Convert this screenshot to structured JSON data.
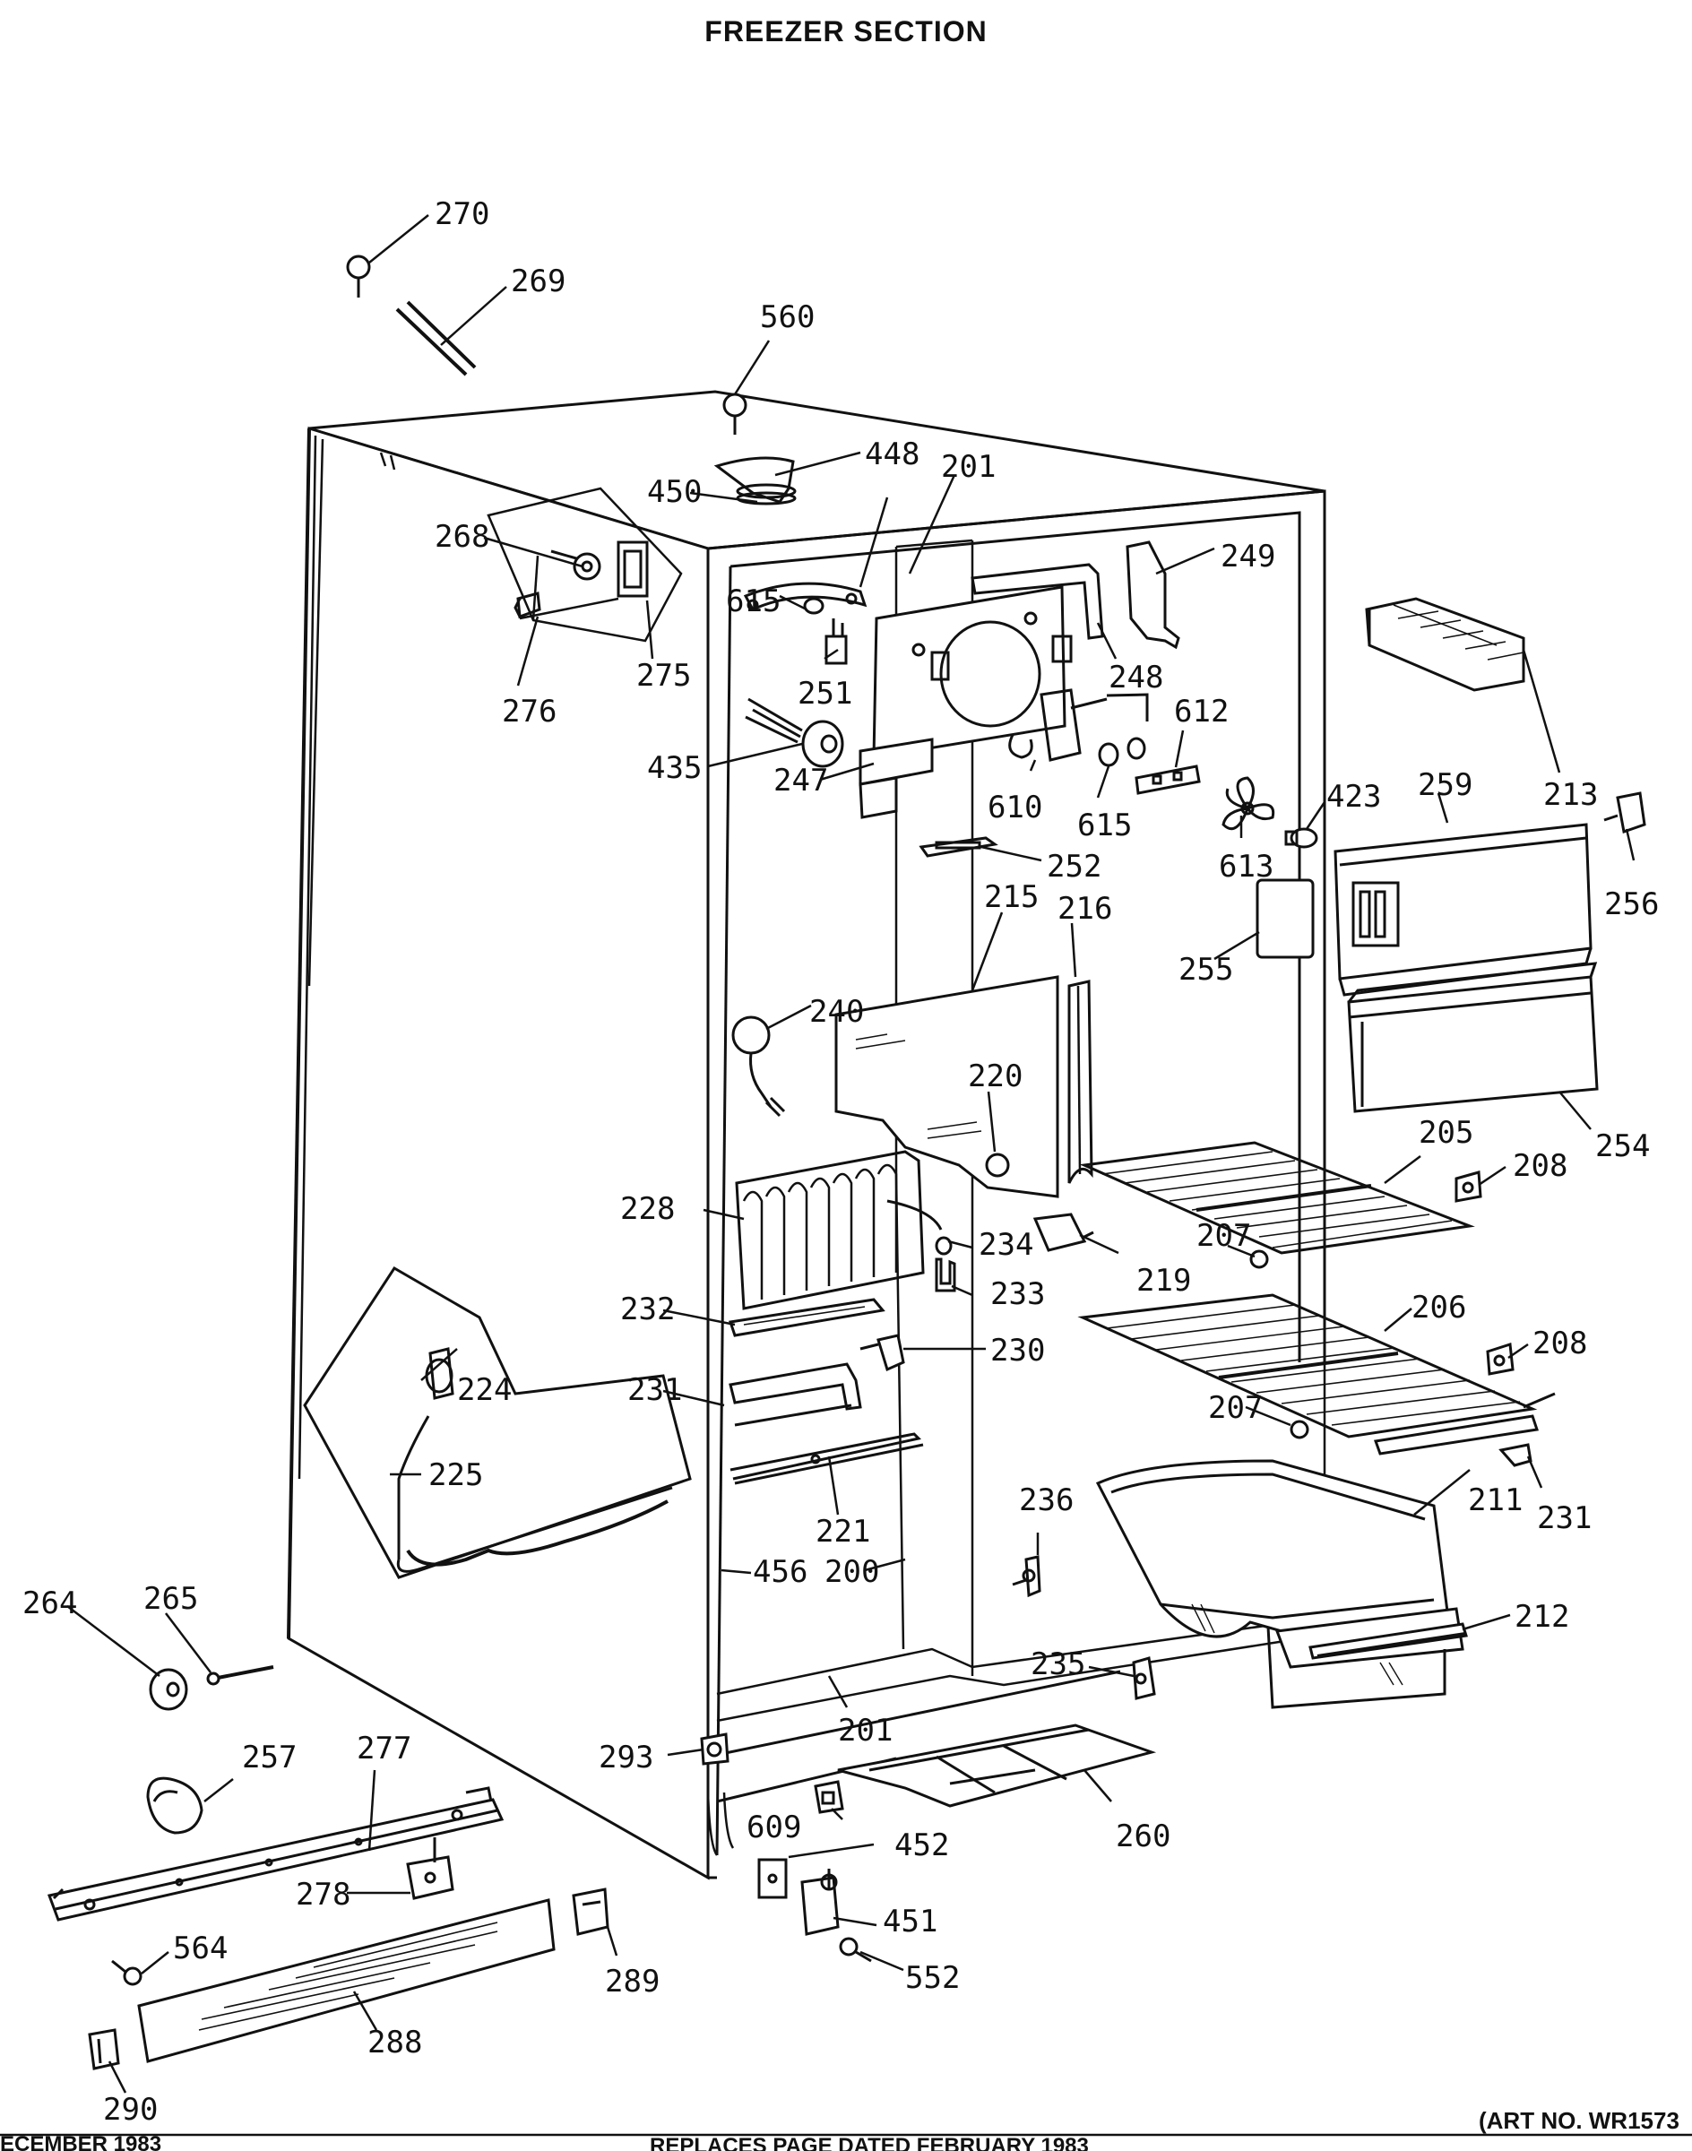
{
  "header": {
    "title": "FREEZER SECTION"
  },
  "footer": {
    "date_text": "ECEMBER 1983",
    "replaces_text": "REPLACES PAGE DATED FEBRUARY 1983",
    "art_number": "(ART NO. WR1573"
  },
  "callouts": [
    {
      "id": "270"
    },
    {
      "id": "269"
    },
    {
      "id": "560"
    },
    {
      "id": "448"
    },
    {
      "id": "450"
    },
    {
      "id": "201"
    },
    {
      "id": "249"
    },
    {
      "id": "268"
    },
    {
      "id": "615"
    },
    {
      "id": "251"
    },
    {
      "id": "248"
    },
    {
      "id": "275"
    },
    {
      "id": "276"
    },
    {
      "id": "612"
    },
    {
      "id": "213"
    },
    {
      "id": "435"
    },
    {
      "id": "247"
    },
    {
      "id": "610"
    },
    {
      "id": "615"
    },
    {
      "id": "423"
    },
    {
      "id": "259"
    },
    {
      "id": "613"
    },
    {
      "id": "256"
    },
    {
      "id": "252"
    },
    {
      "id": "215"
    },
    {
      "id": "216"
    },
    {
      "id": "255"
    },
    {
      "id": "240"
    },
    {
      "id": "220"
    },
    {
      "id": "254"
    },
    {
      "id": "205"
    },
    {
      "id": "208"
    },
    {
      "id": "228"
    },
    {
      "id": "234"
    },
    {
      "id": "207"
    },
    {
      "id": "233"
    },
    {
      "id": "219"
    },
    {
      "id": "232"
    },
    {
      "id": "206"
    },
    {
      "id": "230"
    },
    {
      "id": "208"
    },
    {
      "id": "224"
    },
    {
      "id": "231"
    },
    {
      "id": "207"
    },
    {
      "id": "225"
    },
    {
      "id": "221"
    },
    {
      "id": "231"
    },
    {
      "id": "211"
    },
    {
      "id": "236"
    },
    {
      "id": "456"
    },
    {
      "id": "200"
    },
    {
      "id": "264"
    },
    {
      "id": "265"
    },
    {
      "id": "212"
    },
    {
      "id": "235"
    },
    {
      "id": "201"
    },
    {
      "id": "257"
    },
    {
      "id": "277"
    },
    {
      "id": "293"
    },
    {
      "id": "609"
    },
    {
      "id": "260"
    },
    {
      "id": "452"
    },
    {
      "id": "278"
    },
    {
      "id": "451"
    },
    {
      "id": "564"
    },
    {
      "id": "289"
    },
    {
      "id": "552"
    },
    {
      "id": "288"
    },
    {
      "id": "290"
    }
  ]
}
